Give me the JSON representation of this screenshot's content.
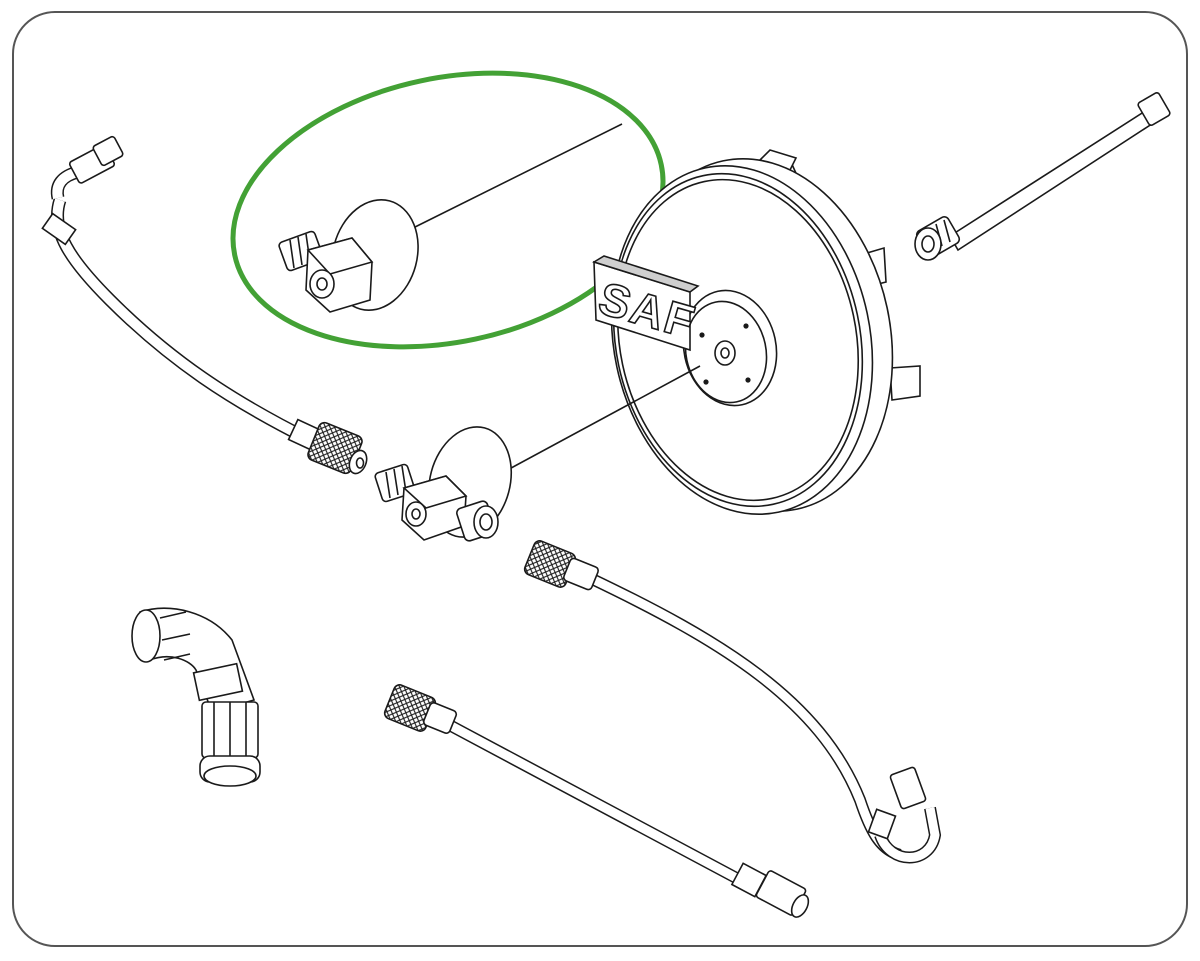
{
  "diagram": {
    "brand_logo_text": "SAF",
    "colors": {
      "frame": "#555555",
      "line": "#1a1a1a",
      "fill": "#ffffff",
      "highlight": "#43a135",
      "shade": "#cfcfcf"
    },
    "parts": [
      {
        "name": "bent-tube-fitting",
        "icon": "bent-tube-icon"
      },
      {
        "name": "knurled-nut",
        "icon": "knurled-nut-icon"
      },
      {
        "name": "highlighted-probe-fitting",
        "icon": "probe-fitting-icon",
        "highlighted": true
      },
      {
        "name": "burner-head",
        "icon": "burner-head-icon"
      },
      {
        "name": "straight-rod-fitting",
        "icon": "rod-fitting-icon"
      },
      {
        "name": "probe-fitting",
        "icon": "probe-fitting-icon"
      },
      {
        "name": "elbow-connector",
        "icon": "elbow-connector-icon"
      },
      {
        "name": "flexible-pipe-long",
        "icon": "flex-pipe-icon"
      },
      {
        "name": "flexible-pipe-short",
        "icon": "flex-pipe-icon"
      }
    ]
  }
}
